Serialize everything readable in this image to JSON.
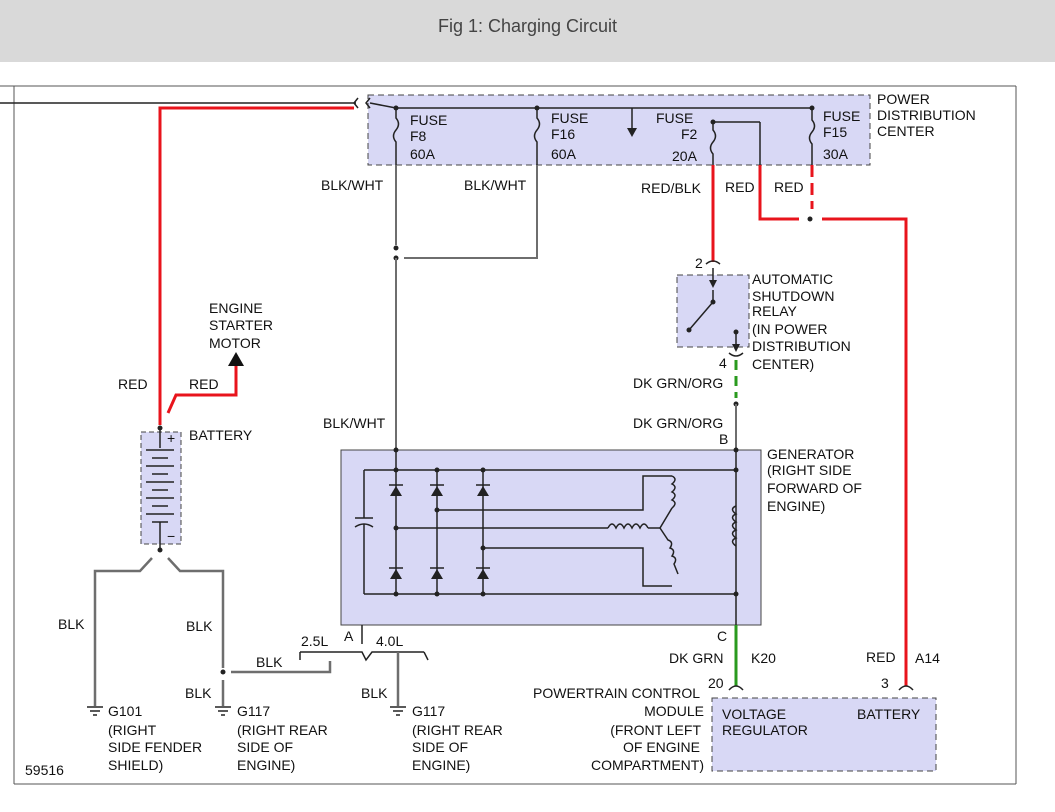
{
  "title": "Fig 1: Charging Circuit",
  "figure_number": "59516",
  "components": {
    "pdc": {
      "lines": [
        "POWER",
        "DISTRIBUTION",
        "CENTER"
      ]
    },
    "fuse_f8": {
      "lines": [
        "FUSE",
        "F8",
        "60A"
      ]
    },
    "fuse_f16": {
      "lines": [
        "FUSE",
        "F16",
        "60A"
      ]
    },
    "fuse_f2": {
      "lines": [
        "FUSE",
        "F2",
        "20A"
      ]
    },
    "fuse_f15": {
      "lines": [
        "FUSE",
        "F15",
        "30A"
      ]
    },
    "asd_relay": {
      "lines": [
        "AUTOMATIC",
        "SHUTDOWN",
        "RELAY",
        "(IN POWER",
        "DISTRIBUTION",
        "CENTER)"
      ]
    },
    "starter": {
      "lines": [
        "ENGINE",
        "STARTER",
        "MOTOR"
      ]
    },
    "battery": {
      "label": "BATTERY",
      "plus": "+",
      "minus": "−"
    },
    "generator": {
      "lines": [
        "GENERATOR",
        "(RIGHT SIDE",
        "FORWARD OF",
        "ENGINE)"
      ]
    },
    "pcm": {
      "lines": [
        "POWERTRAIN CONTROL",
        "MODULE",
        "(FRONT LEFT",
        "OF ENGINE",
        "COMPARTMENT)"
      ],
      "voltage_regulator": [
        "VOLTAGE",
        "REGULATOR"
      ],
      "battery": "BATTERY"
    },
    "g101": {
      "lines": [
        "G101",
        "(RIGHT",
        "SIDE FENDER",
        "SHIELD)"
      ]
    },
    "g117a": {
      "lines": [
        "G117",
        "(RIGHT REAR",
        "SIDE OF",
        "ENGINE)"
      ]
    },
    "g117b": {
      "lines": [
        "G117",
        "(RIGHT REAR",
        "SIDE OF",
        "ENGINE)"
      ]
    }
  },
  "wires": {
    "blk_wht_1": "BLK/WHT",
    "blk_wht_2": "BLK/WHT",
    "blk_wht_3": "BLK/WHT",
    "red_blk": "RED/BLK",
    "red_1": "RED",
    "red_2": "RED",
    "red_3": "RED",
    "red_4": "RED",
    "red_5": "RED",
    "dk_grn_org_1": "DK GRN/ORG",
    "dk_grn_org_2": "DK GRN/ORG",
    "dk_grn": "DK GRN",
    "blk_1": "BLK",
    "blk_2": "BLK",
    "blk_3": "BLK",
    "blk_4": "BLK",
    "blk_5": "BLK"
  },
  "pins": {
    "relay_2": "2",
    "relay_4": "4",
    "gen_b": "B",
    "gen_c": "C",
    "gen_a": "A",
    "pcm_20": "20",
    "pcm_3": "3",
    "k20": "K20",
    "a14": "A14",
    "splice_25": "2.5L",
    "splice_40": "4.0L"
  },
  "colors": {
    "wire_red": "#e8141c",
    "wire_green": "#2a9a1e",
    "wire_gray": "#6e6e6e",
    "box_fill": "#d8d8f5",
    "title_bg": "#d9d9d9"
  }
}
